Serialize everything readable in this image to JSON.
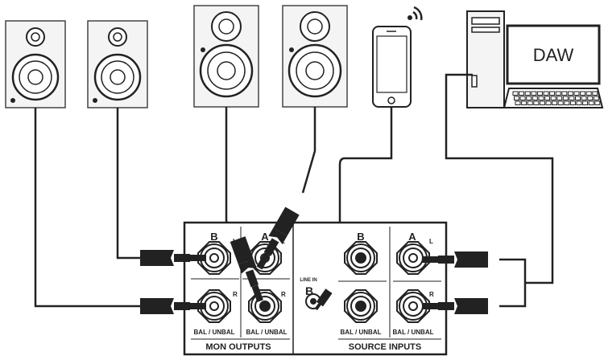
{
  "daw_label": "DAW",
  "mon_outputs": {
    "title": "MON OUTPUTS",
    "pair_b": {
      "name": "B",
      "balance": "BAL / UNBAL"
    },
    "pair_a": {
      "name": "A",
      "balance": "BAL / UNBAL"
    },
    "left": "L",
    "right": "R"
  },
  "source_inputs": {
    "title": "SOURCE INPUTS",
    "line_in_label": "LINE IN",
    "line_in_name": "B",
    "pair_b": {
      "name": "B",
      "balance": "BAL / UNBAL"
    },
    "pair_a": {
      "name": "A",
      "balance": "BAL / UNBAL"
    },
    "left": "L",
    "right": "R"
  },
  "colors": {
    "ink": "#1e1e1e",
    "panel": "#ffffff",
    "speaker_fill": "#f4f4f4"
  }
}
